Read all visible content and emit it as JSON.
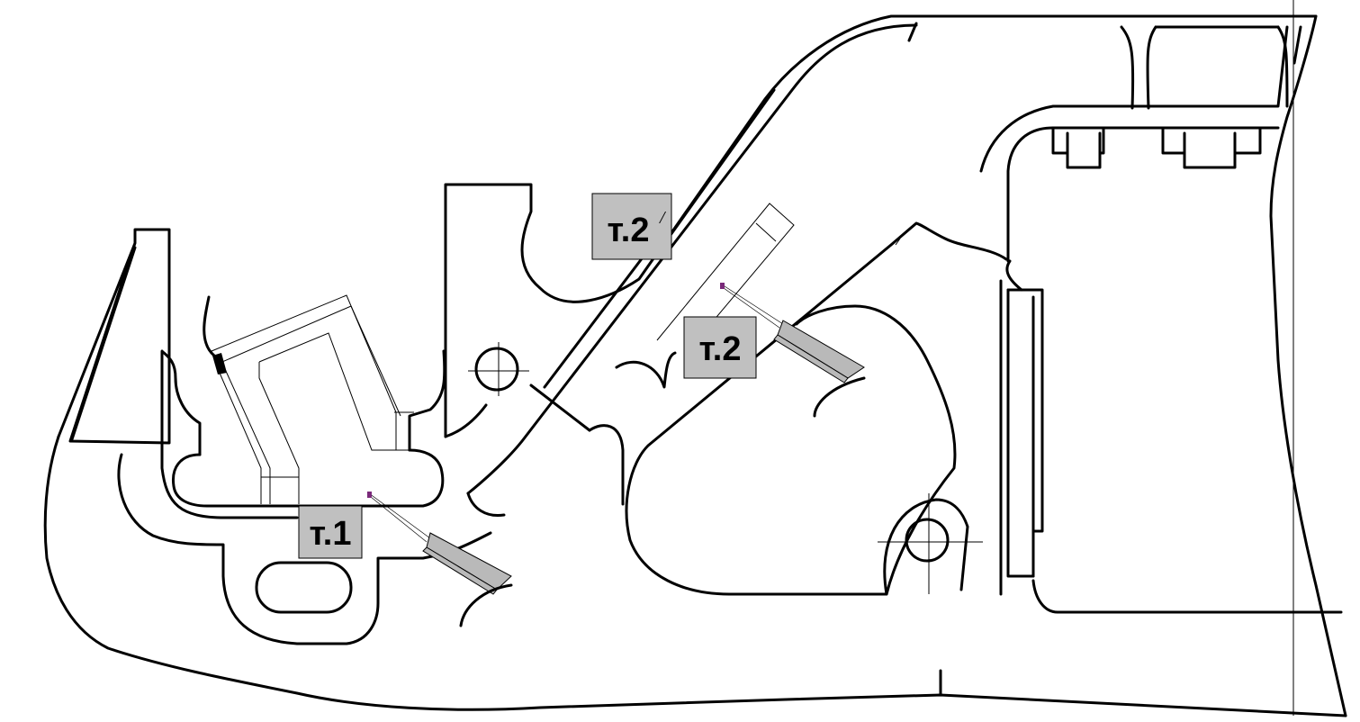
{
  "labels": {
    "t1": "т.1",
    "t2": "т.2",
    "t2prime": "т.2",
    "t2prime_mark": "/"
  },
  "colors": {
    "label_fill": "#c0c0c0",
    "tool_fill": "#b9b9b9",
    "tool_tip": "#7a2a7a"
  }
}
